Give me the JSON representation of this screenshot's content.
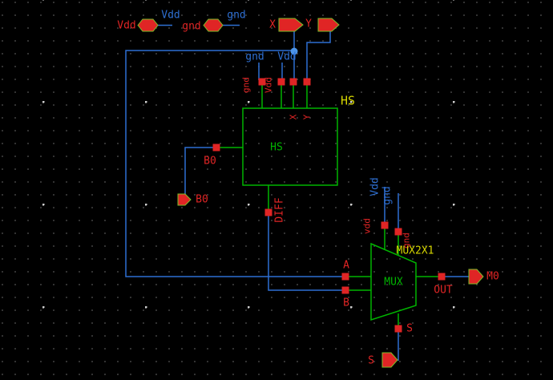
{
  "app": {
    "view": "schematic-canvas"
  },
  "colors": {
    "background": "#000000",
    "grid_dot": "#424242",
    "grid_major_dot": "#cfcfcf",
    "wire_blue": "#2e6fd2",
    "symbol_green": "#00b400",
    "pin_red": "#e02525",
    "instance_label_yellow": "#d4d400",
    "junction_blue": "#4d94e8"
  },
  "schematic": {
    "top_terminals": {
      "vdd": {
        "pin_label": "Vdd",
        "net_label": "Vdd"
      },
      "gnd": {
        "pin_label": "gnd",
        "net_label": "gnd"
      },
      "x": {
        "pin_label": "X"
      },
      "y": {
        "pin_label": "Y"
      }
    },
    "hs": {
      "instance_label": "HS",
      "symbol_text": "HS",
      "nets": {
        "gnd": "gnd",
        "vdd": "Vdd"
      },
      "pins": {
        "gnd": "gnd",
        "vdd": "Vdd",
        "x": "X",
        "y": "Y",
        "b0": "B0",
        "diff": "DIFF"
      }
    },
    "b0_terminal": {
      "label": "B0"
    },
    "mux": {
      "instance_label": "MUX2X1",
      "symbol_text": "MUX",
      "nets": {
        "vdd": "Vdd",
        "gnd": "gnd"
      },
      "pins": {
        "vdd": "vdd",
        "gnd": "gnd",
        "a": "A",
        "b": "B",
        "out": "OUT",
        "s": "S"
      }
    },
    "m0_terminal": {
      "label": "M0"
    },
    "s_terminal": {
      "label": "S"
    }
  }
}
